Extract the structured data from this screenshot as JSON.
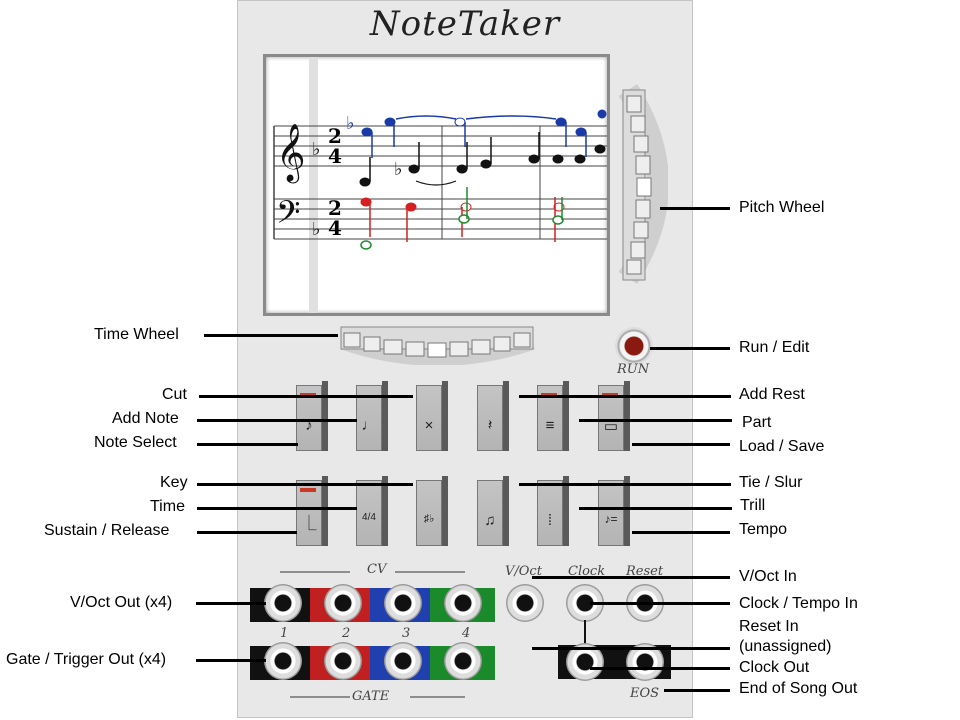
{
  "title": "NoteTaker",
  "callouts": {
    "pitch_wheel": "Pitch Wheel",
    "time_wheel": "Time Wheel",
    "run_edit": "Run / Edit",
    "cut": "Cut",
    "add_note": "Add Note",
    "note_select": "Note Select",
    "add_rest": "Add Rest",
    "part": "Part",
    "load_save": "Load / Save",
    "key": "Key",
    "time": "Time",
    "sustain_release": "Sustain / Release",
    "tie_slur": "Tie / Slur",
    "trill": "Trill",
    "tempo": "Tempo",
    "voct_out": "V/Oct Out (x4)",
    "gate_out": "Gate / Trigger Out (x4)",
    "voct_in": "V/Oct In",
    "clock_tempo_in": "Clock / Tempo In",
    "reset_in": "Reset In",
    "reset_unassigned": "(unassigned)",
    "clock_out": "Clock Out",
    "eos_out": "End of Song Out"
  },
  "panel_labels": {
    "run": "RUN",
    "cv": "CV",
    "gate": "GATE",
    "voct": "V/Oct",
    "clock": "Clock",
    "reset": "Reset",
    "eos": "EOS",
    "channels": [
      "1",
      "2",
      "3",
      "4"
    ]
  },
  "score": {
    "time_top": "2",
    "time_bottom": "4"
  },
  "icons": {
    "note_select_glyph": "♪",
    "add_note_glyph": "♩",
    "cut_glyph": "×",
    "add_rest_glyph": "𝄽",
    "part_glyph": "≡",
    "load_save_glyph": "▭",
    "sustain_glyph": "⎿",
    "time_glyph": "4/4",
    "key_glyph": "♯♭",
    "tie_glyph": "♫",
    "trill_glyph": "⁞",
    "tempo_glyph": "♪="
  },
  "colors": {
    "red": "#d42020",
    "green": "#1a8a2a",
    "blue": "#1a3aa8",
    "led": "#c83a24",
    "run_led": "#8a1a10"
  }
}
